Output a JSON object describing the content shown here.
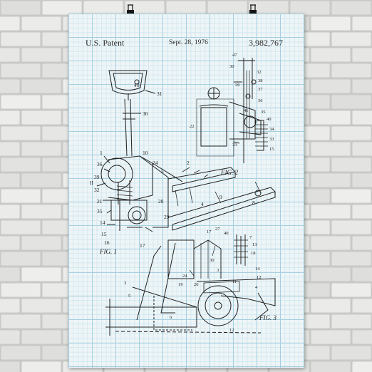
{
  "poster": {
    "left_header": "U.S. Patent",
    "date": "Sept. 28, 1976",
    "patent_number": "3,982,767",
    "fig1_label": "FIG. 1",
    "fig2_label": "FIG. 2",
    "fig3_label": "FIG. 3"
  },
  "colors": {
    "paper": "#eef5f7",
    "grid_major": "#a6cfe0",
    "grid_minor": "#d3e8f0",
    "ink": "#222222",
    "brick": "#e4e4e2",
    "mortar": "#c9c9c7"
  }
}
